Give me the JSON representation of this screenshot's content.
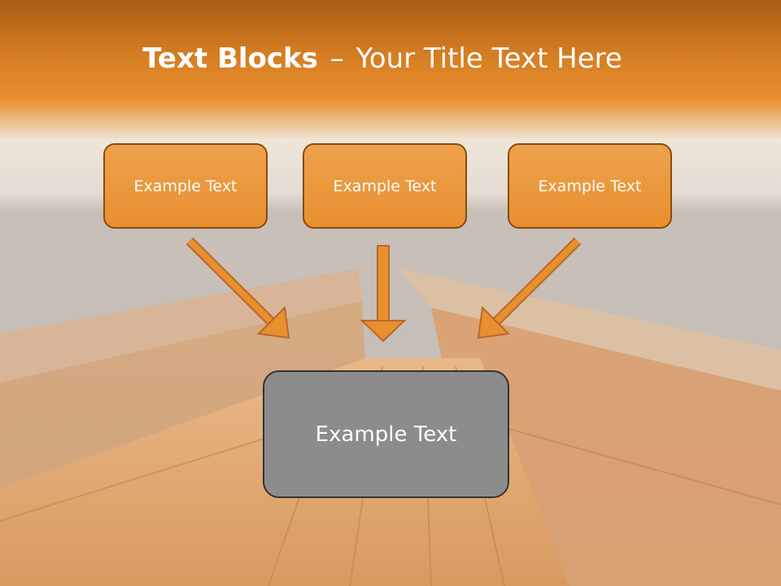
{
  "title": {
    "bold": "Text Blocks",
    "dash": "–",
    "rest": "Your Title Text Here"
  },
  "blocks": [
    {
      "label": "Example Text"
    },
    {
      "label": "Example Text"
    },
    {
      "label": "Example Text"
    }
  ],
  "center_block": {
    "label": "Example Text"
  },
  "colors": {
    "orange": "#e8902e",
    "arrow_fill": "#e8902e",
    "arrow_stroke": "#b8682a",
    "gray_box": "#8c8c8c"
  }
}
